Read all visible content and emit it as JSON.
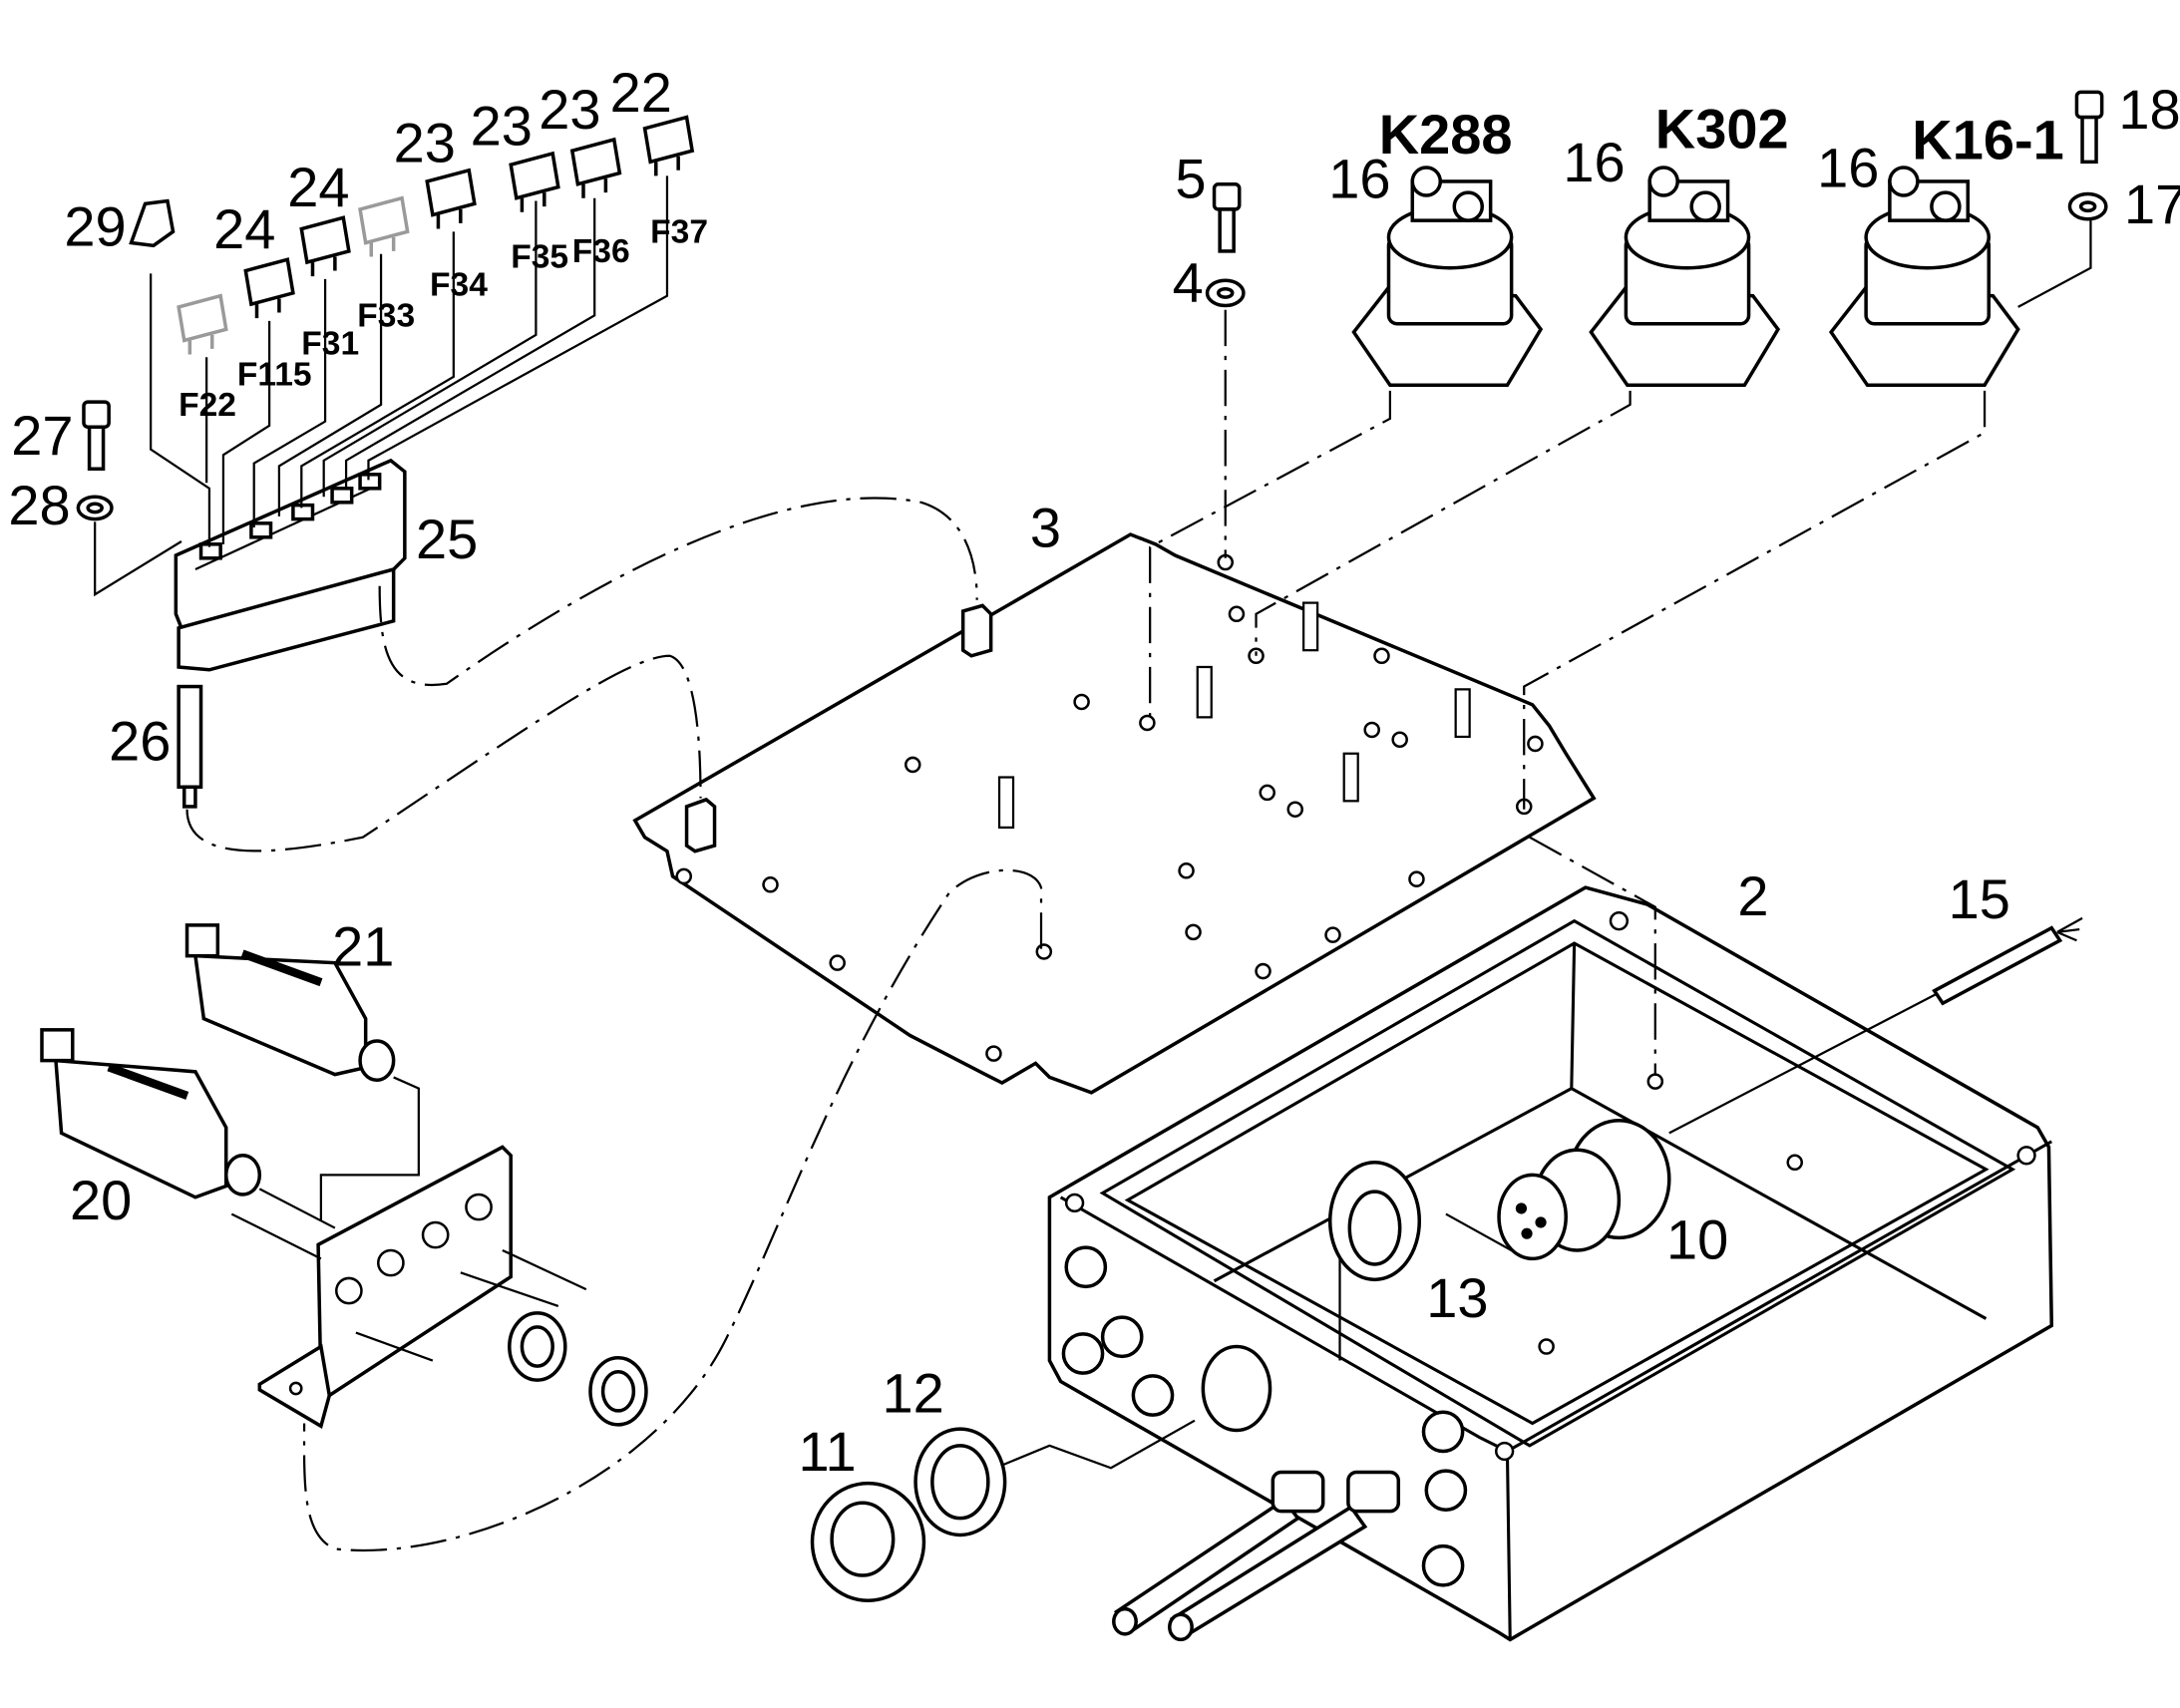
{
  "parts": [
    {
      "id": "p2",
      "label": "2"
    },
    {
      "id": "p3",
      "label": "3"
    },
    {
      "id": "p4",
      "label": "4"
    },
    {
      "id": "p5",
      "label": "5"
    },
    {
      "id": "p10",
      "label": "10"
    },
    {
      "id": "p11",
      "label": "11"
    },
    {
      "id": "p12",
      "label": "12"
    },
    {
      "id": "p13",
      "label": "13"
    },
    {
      "id": "p15",
      "label": "15"
    },
    {
      "id": "p16a",
      "label": "16"
    },
    {
      "id": "p16b",
      "label": "16"
    },
    {
      "id": "p16c",
      "label": "16"
    },
    {
      "id": "p17",
      "label": "17"
    },
    {
      "id": "p18",
      "label": "18"
    },
    {
      "id": "p20",
      "label": "20"
    },
    {
      "id": "p21",
      "label": "21"
    },
    {
      "id": "p22",
      "label": "22"
    },
    {
      "id": "p23a",
      "label": "23"
    },
    {
      "id": "p23b",
      "label": "23"
    },
    {
      "id": "p23c",
      "label": "23"
    },
    {
      "id": "p24a",
      "label": "24"
    },
    {
      "id": "p24b",
      "label": "24"
    },
    {
      "id": "p25",
      "label": "25"
    },
    {
      "id": "p26",
      "label": "26"
    },
    {
      "id": "p27",
      "label": "27"
    },
    {
      "id": "p28",
      "label": "28"
    },
    {
      "id": "p29",
      "label": "29"
    }
  ],
  "fuses": [
    {
      "id": "f22",
      "label": "F22"
    },
    {
      "id": "f115",
      "label": "F115"
    },
    {
      "id": "f31",
      "label": "F31"
    },
    {
      "id": "f33",
      "label": "F33"
    },
    {
      "id": "f34",
      "label": "F34"
    },
    {
      "id": "f35",
      "label": "F35"
    },
    {
      "id": "f36",
      "label": "F36"
    },
    {
      "id": "f37",
      "label": "F37"
    }
  ],
  "relays": [
    {
      "id": "k288",
      "label": "K288"
    },
    {
      "id": "k302",
      "label": "K302"
    },
    {
      "id": "k161",
      "label": "K16-1"
    }
  ]
}
